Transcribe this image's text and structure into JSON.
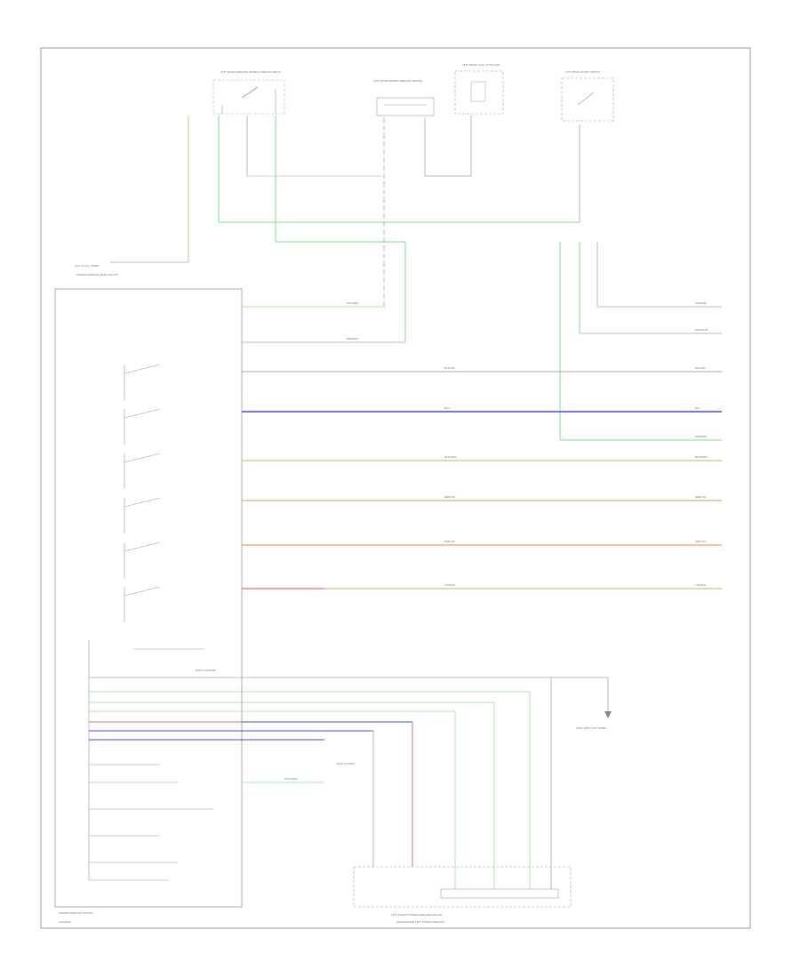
{
  "colors": {
    "frame": "#9a9a9a",
    "gray": "#a8a8a8",
    "green": "#7fe07f",
    "blue": "#4a4af0",
    "yellow": "#c9c97a",
    "tan": "#d8b878",
    "orange": "#f0a060",
    "red": "#f06a6a",
    "lightgreen": "#a8e8a8"
  },
  "labels": {
    "relay": "LEFT REAR WINDOW POWER WINDOW RELAY",
    "motor": "LEFT REAR POWER WINDOW MOTOR",
    "lock_actuator": "LEFT REAR LOCK ACTUATOR",
    "door_switch": "LEFT REAR DOOR SWITCH",
    "hot_at_all_times": "HOT AT ALL TIMES",
    "power_window_main_switch": "POWER WINDOW MAIN SWITCH",
    "front_door_module": "LEFT FRONT POWER WINDOW MOTOR",
    "front_door_module_sub": "(INTEGRATED LEFT FRONT MODULE)",
    "body_ground": "BODY GROUND",
    "lock_system": "LOCK SYSTEM",
    "ground_ref": "G501 LEFT KICK PANEL",
    "footer": "POWER WINDOW SWITCH",
    "footer2": "CONTROL"
  },
  "wire_labels": {
    "w1": "GRY/RED",
    "w2": "BRN/BLK",
    "w3": "BLK/YEL",
    "w4": "BLU",
    "w5": "BLK/GRN",
    "w6": "BRN/YEL",
    "w7": "RED/YEL",
    "w8": "YEL/BLK",
    "w9": "WHT/GRN",
    "w10": "GRN/BLK",
    "w11": "GRN/WHT"
  }
}
